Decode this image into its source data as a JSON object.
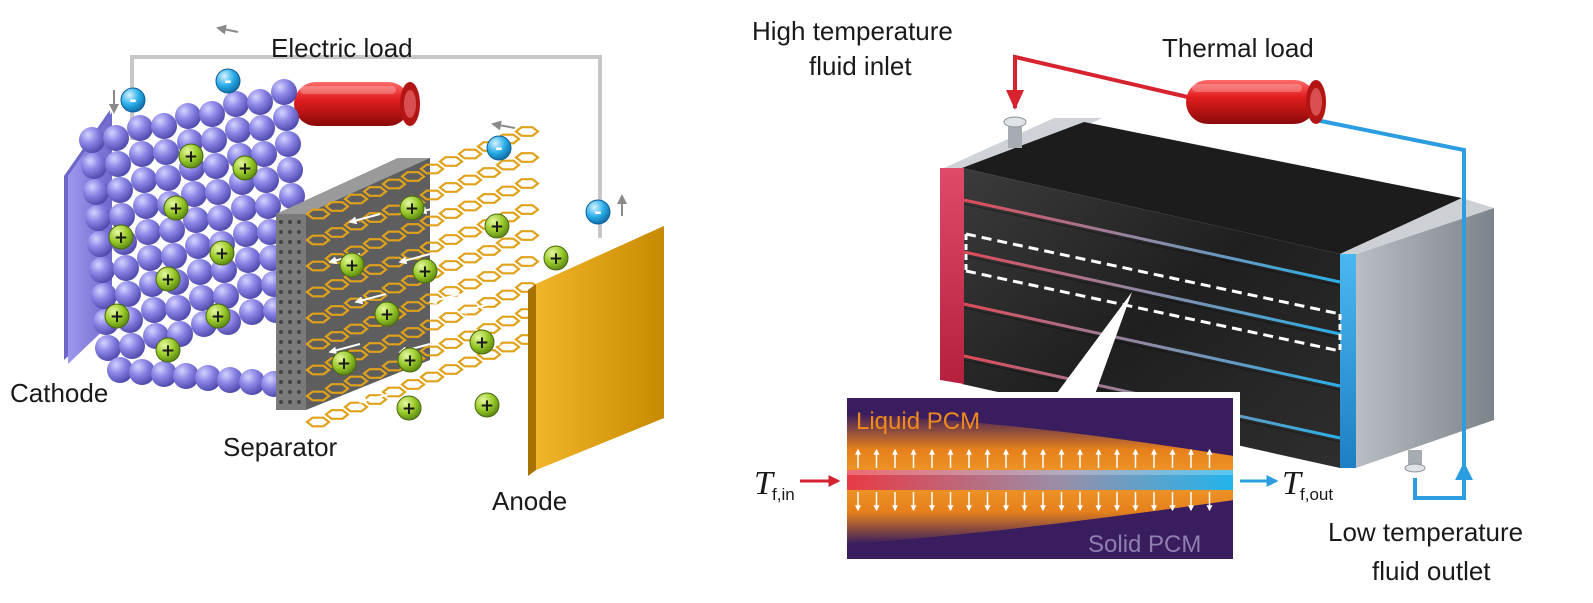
{
  "battery": {
    "electric_load": "Electric load",
    "cathode": "Cathode",
    "separator": "Separator",
    "anode": "Anode",
    "electron_symbol": "-",
    "ion_symbol": "+"
  },
  "thermal": {
    "inlet_line1": "High temperature",
    "inlet_line2": "fluid inlet",
    "thermal_load": "Thermal load",
    "outlet_line1": "Low temperature",
    "outlet_line2": "fluid outlet",
    "liquid_pcm": "Liquid PCM",
    "solid_pcm": "Solid PCM",
    "t_symbol": "T",
    "tin_sub": "f,in",
    "tout_sub": "f,out"
  },
  "colors": {
    "cathode": "#8b86e0",
    "sphere": "#7e7ae0",
    "anode": "#d89a00",
    "honeycomb": "#e0a21a",
    "separator": "#7a7a7a",
    "ion_fill": "#9acb2a",
    "electron_fill": "#2aaee8",
    "resistor": "#d81e1e",
    "hot": "#d6232f",
    "cold": "#2b9de0",
    "pcm_bg": "#3a1d5e",
    "pcm_liquid": "#f08a1c",
    "graphite": "#2a2a2a"
  }
}
